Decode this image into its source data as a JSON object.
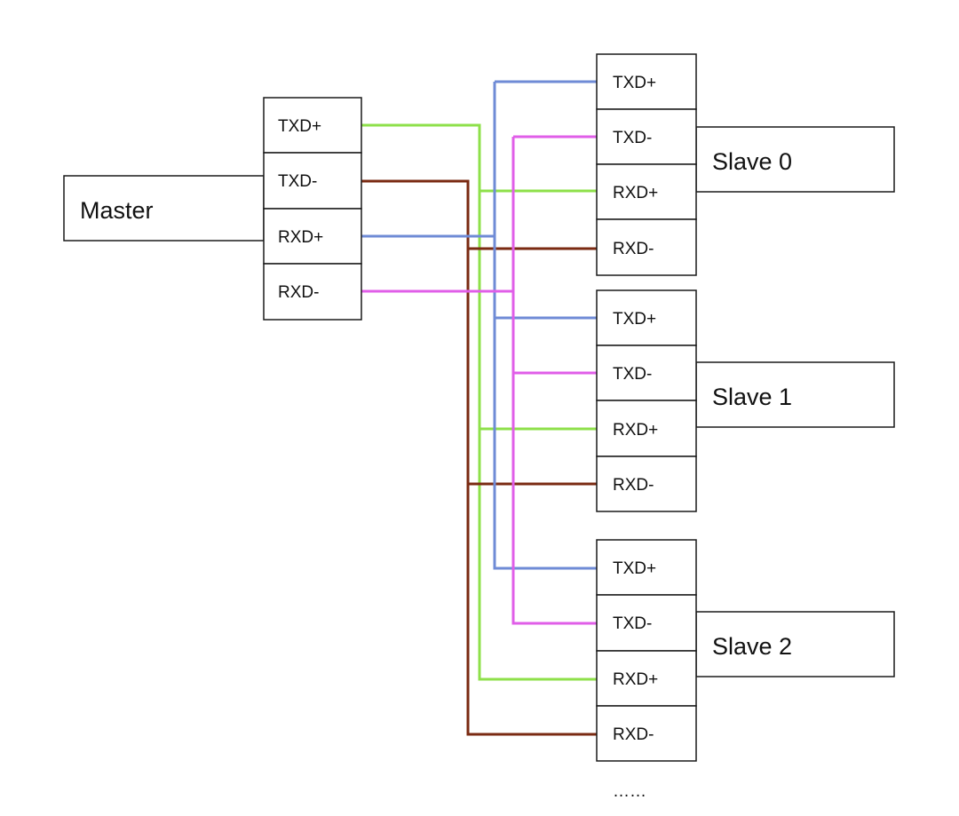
{
  "master": {
    "label": "Master",
    "pins": [
      "TXD+",
      "TXD-",
      "RXD+",
      "RXD-"
    ]
  },
  "slaves": [
    {
      "label": "Slave 0",
      "pins": [
        "TXD+",
        "TXD-",
        "RXD+",
        "RXD-"
      ]
    },
    {
      "label": "Slave 1",
      "pins": [
        "TXD+",
        "TXD-",
        "RXD+",
        "RXD-"
      ]
    },
    {
      "label": "Slave 2",
      "pins": [
        "TXD+",
        "TXD-",
        "RXD+",
        "RXD-"
      ]
    }
  ],
  "continuation": "……",
  "wires": [
    {
      "from": "master.TXD+",
      "to": "slaves.RXD+",
      "color": "#8ee04a"
    },
    {
      "from": "master.TXD-",
      "to": "slaves.RXD-",
      "color": "#7a2a12"
    },
    {
      "from": "master.RXD+",
      "to": "slaves.TXD+",
      "color": "#6f8bd6"
    },
    {
      "from": "master.RXD-",
      "to": "slaves.TXD-",
      "color": "#e05ee8"
    }
  ]
}
